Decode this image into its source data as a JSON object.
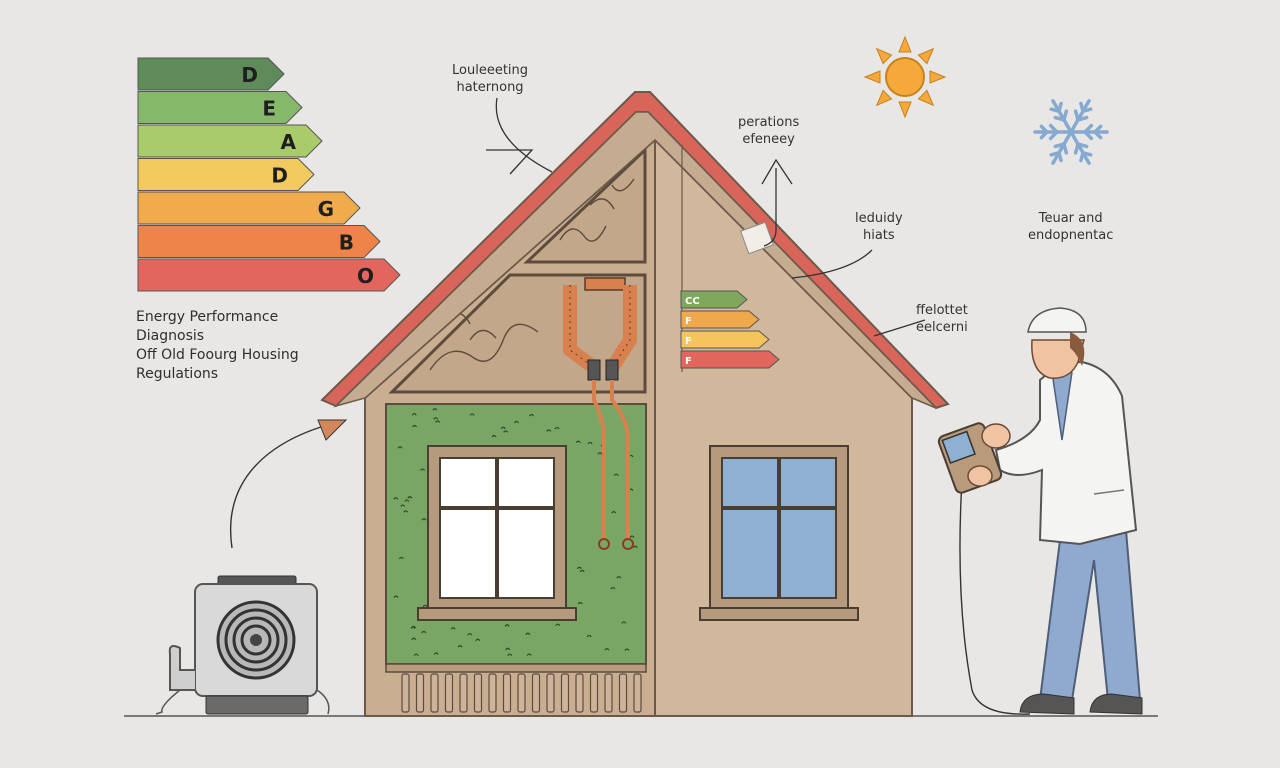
{
  "energy_scale": {
    "ratings": [
      {
        "letter": "D",
        "color": "#5f8a5a"
      },
      {
        "letter": "E",
        "color": "#86b86a"
      },
      {
        "letter": "A",
        "color": "#a9cb6a"
      },
      {
        "letter": "D",
        "color": "#f2ca5e"
      },
      {
        "letter": "G",
        "color": "#f1aa4c"
      },
      {
        "letter": "B",
        "color": "#ee8447"
      },
      {
        "letter": "O",
        "color": "#e2665e"
      }
    ]
  },
  "title_lines": [
    "Energy Performance",
    "Diagnosis",
    "Off Old Foourg Housing",
    "Regulations"
  ],
  "callouts": {
    "roof_left": [
      "Louleeeting",
      "haternong"
    ],
    "roof_right": [
      "perations",
      "efeneey"
    ],
    "wall_right": [
      "leduidy",
      "hiats"
    ],
    "seasons": [
      "Teuar and",
      "endopnentac"
    ],
    "eave": [
      "ffelottet",
      "eelcerni"
    ]
  },
  "house_scale": {
    "ratings": [
      {
        "letter": "CC",
        "color": "#7fa85e"
      },
      {
        "letter": "F",
        "color": "#f0a94a"
      },
      {
        "letter": "F",
        "color": "#f3c55c"
      },
      {
        "letter": "F",
        "color": "#e2665e"
      }
    ]
  },
  "colors": {
    "roof": "#d9655a",
    "wall": "#d1b79c",
    "attic": "#c6ad90",
    "insulation": "#7aa665",
    "pipe": "#d8814f",
    "window_glass": "#8fb0d0",
    "sun": "#f5a93b",
    "snow": "#86a9d0",
    "coat": "#f4f4f2",
    "pants": "#8fa9cf"
  },
  "icons": [
    "sun-icon",
    "snowflake-icon",
    "heat-pump-icon",
    "thermal-camera-icon"
  ]
}
